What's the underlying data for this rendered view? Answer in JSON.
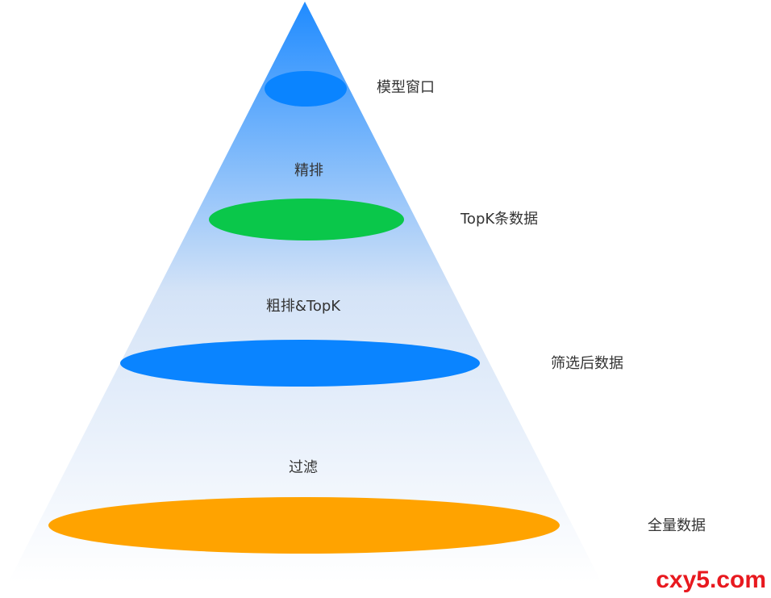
{
  "diagram": {
    "stages": [
      {
        "label": "模型窗口",
        "color": "#0a84ff"
      },
      {
        "label": "精排"
      },
      {
        "label": "TopK条数据",
        "color": "#0ac74a"
      },
      {
        "label": "粗排&TopK"
      },
      {
        "label": "筛选后数据",
        "color": "#0a84ff"
      },
      {
        "label": "过滤"
      },
      {
        "label": "全量数据",
        "color": "#ffa300"
      }
    ],
    "gradient": {
      "top": "#1f8bff",
      "mid": "#d4e3f7",
      "bottom": "#ffffff"
    }
  },
  "watermark": "cxy5.com"
}
